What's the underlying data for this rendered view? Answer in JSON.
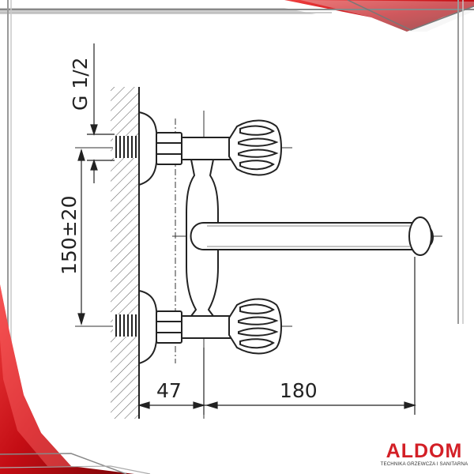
{
  "drawing": {
    "thread_label": "G 1/2",
    "spacing_label": "150±20",
    "wall_offset_label": "47",
    "spout_length_label": "180"
  },
  "brand": {
    "name": "ALDOM",
    "tagline": "TECHNIKA GRZEWCZA I SANITARNA",
    "accent_color": "#d31f26"
  }
}
